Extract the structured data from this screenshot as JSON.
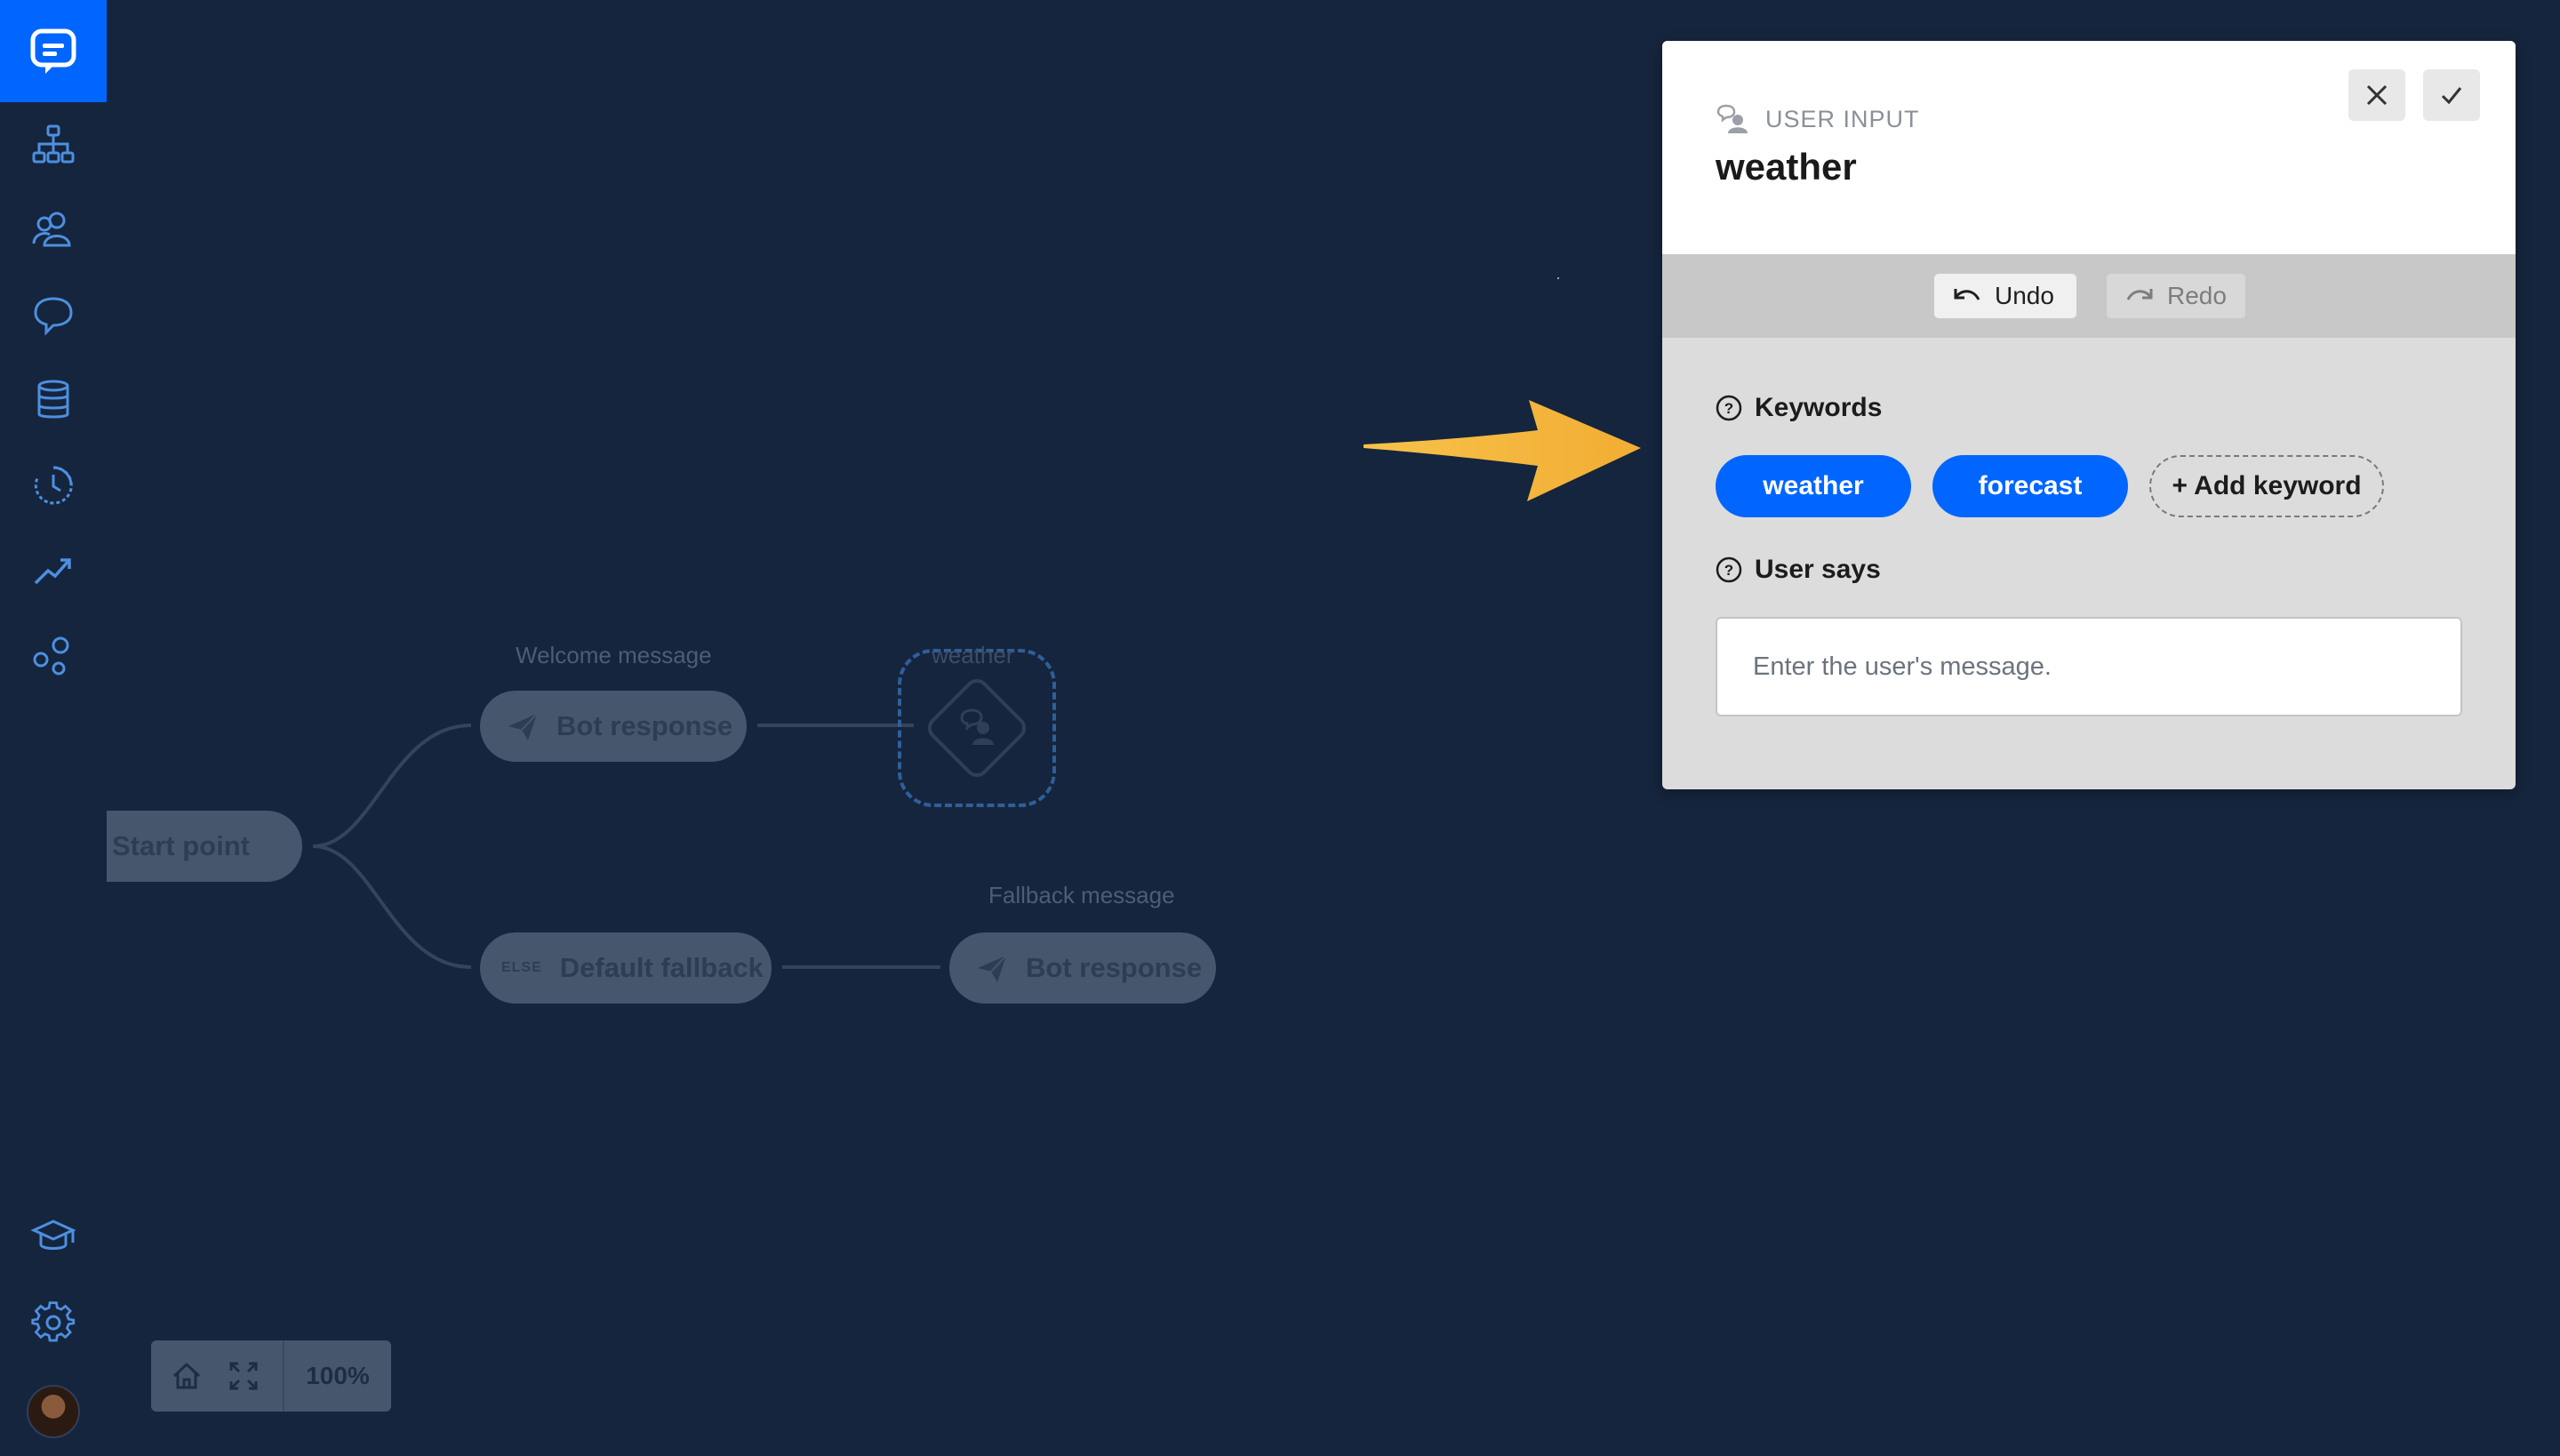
{
  "sidebar": {
    "items": [
      {
        "icon": "flow-tree-icon"
      },
      {
        "icon": "users-icon"
      },
      {
        "icon": "chat-bubble-icon"
      },
      {
        "icon": "database-icon"
      },
      {
        "icon": "history-clock-icon"
      },
      {
        "icon": "analytics-trend-icon"
      },
      {
        "icon": "integrations-icon"
      }
    ],
    "bottom": [
      {
        "icon": "academy-cap-icon"
      },
      {
        "icon": "gear-icon"
      }
    ]
  },
  "flow": {
    "start_label": "Start point",
    "welcome_label": "Welcome message",
    "welcome_node": "Bot response",
    "weather_label": "weather",
    "fallback_node_tag": "ELSE",
    "fallback_node": "Default fallback",
    "fallback_label": "Fallback message",
    "fallback_response": "Bot response"
  },
  "zoom": {
    "level": "100%"
  },
  "panel": {
    "type_label": "USER INPUT",
    "title": "weather",
    "undo_label": "Undo",
    "redo_label": "Redo",
    "keywords_title": "Keywords",
    "keywords": [
      "weather",
      "forecast"
    ],
    "add_keyword_label": "+ Add keyword",
    "user_says_title": "User says",
    "user_says_placeholder": "Enter the user's message.",
    "user_says_value": ""
  },
  "colors": {
    "background": "#15253d",
    "accent": "#0066ff",
    "arrow": "#f5b23a"
  }
}
